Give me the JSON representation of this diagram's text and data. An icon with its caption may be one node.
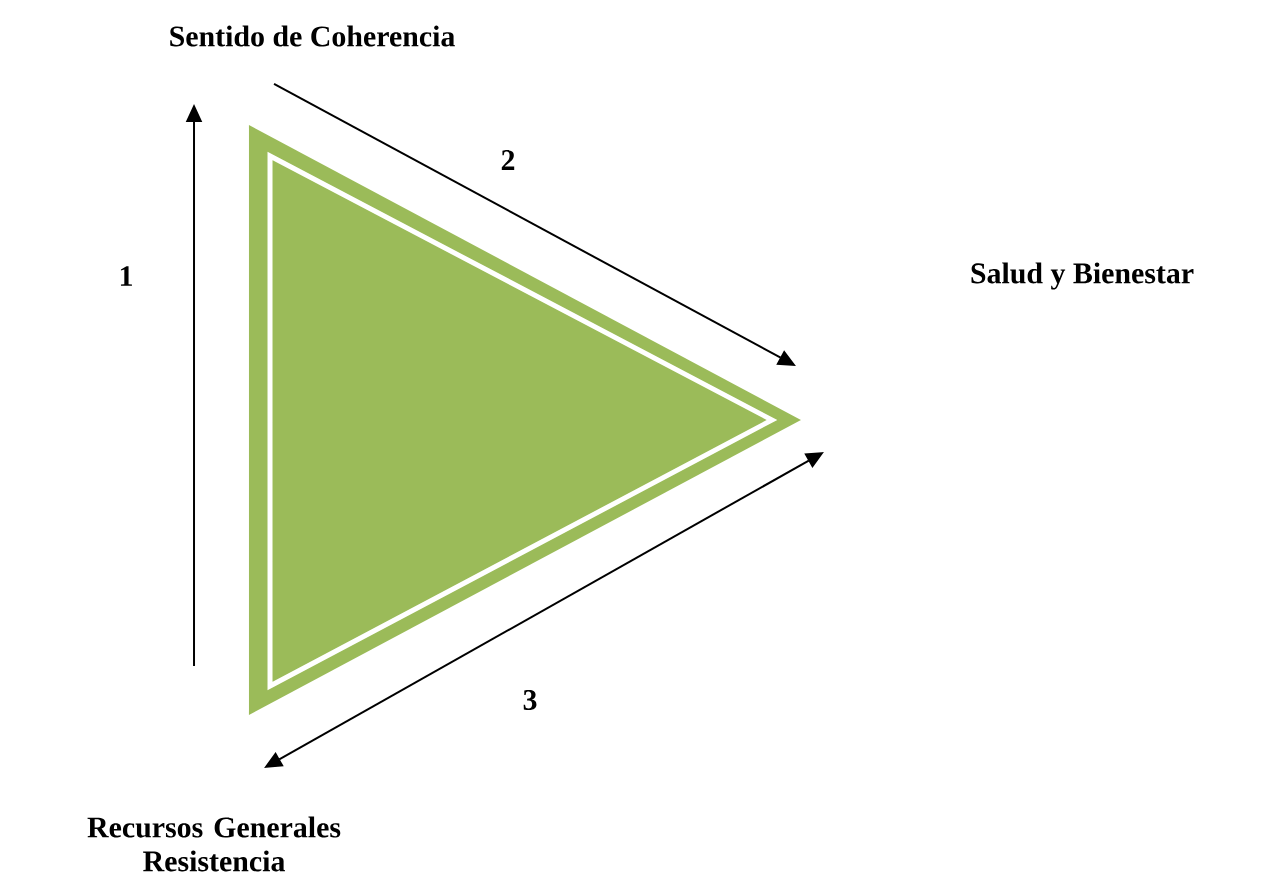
{
  "diagram": {
    "nodes": [
      {
        "text": [
          "Sentido de Coherencia"
        ]
      },
      {
        "text": [
          "Salud y Bienestar"
        ]
      },
      {
        "text": [
          "Recursos Generales Resistencia"
        ]
      },
      {
        "text": [],
        "shape": "triangle"
      }
    ],
    "labels": [
      "1",
      "2",
      "3"
    ]
  }
}
